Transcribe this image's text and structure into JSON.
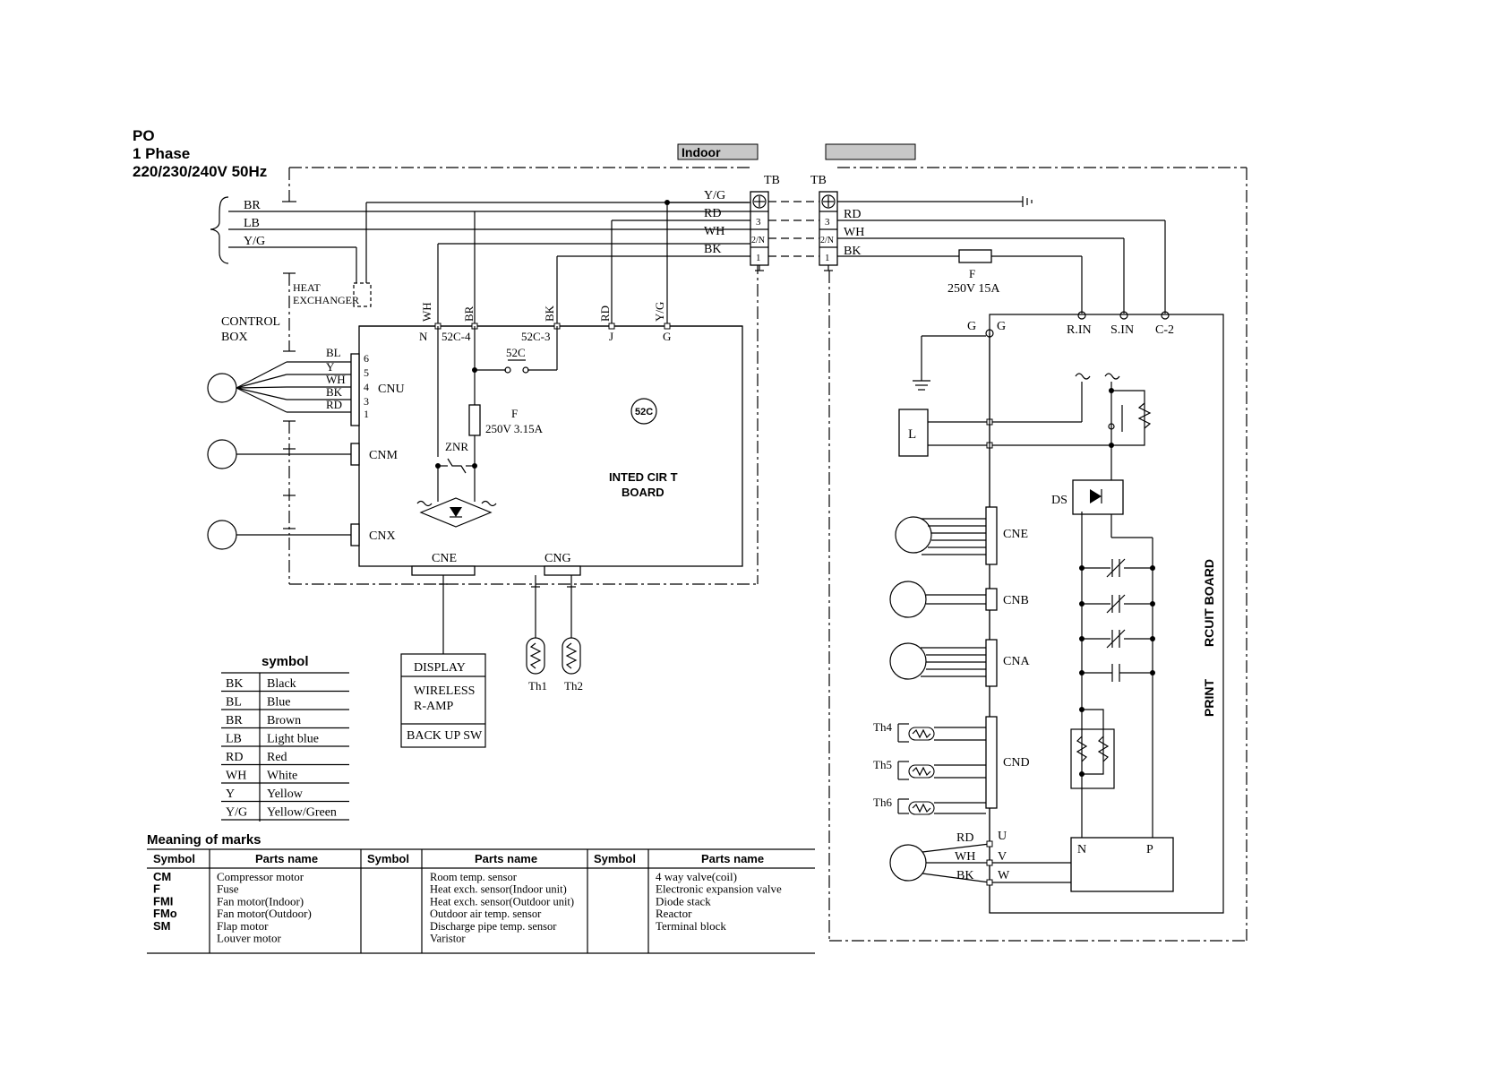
{
  "header": {
    "model": "PO",
    "phase": "1 Phase",
    "supply": "220/230/240V 50Hz"
  },
  "indoor_label": "Indoor",
  "outdoor_label": "",
  "terminal": {
    "tb_indoor": "TB",
    "tb_outdoor": "TB",
    "pins": [
      "3",
      "2/N",
      "1"
    ]
  },
  "wires": {
    "yg": "Y/G",
    "rd": "RD",
    "wh": "WH",
    "bk": "BK",
    "br": "BR",
    "lb": "LB",
    "bl": "BL",
    "y": "Y"
  },
  "indoor": {
    "heat_exchanger": [
      "HEAT",
      "EXCHANGER"
    ],
    "control_box": [
      "CONTROL",
      "BOX"
    ],
    "cnu": "CNU",
    "cnu_pins": [
      "6",
      "5",
      "4",
      "3",
      "1"
    ],
    "cnm": "CNM",
    "cnx": "CNX",
    "cne": "CNE",
    "cng": "CNG",
    "board_terms": [
      "N",
      "52C-4",
      "52C-3",
      "J",
      "G"
    ],
    "relay": "52C",
    "relay_coil": "52C",
    "fuse_f": "F",
    "fuse": "250V 3.15A",
    "znr": "ZNR",
    "board": [
      "INTED CIR    T",
      "BOARD"
    ],
    "display_box": [
      "DISPLAY",
      "WIRELESS",
      "R-AMP",
      "BACK UP SW"
    ],
    "th1": "Th1",
    "th2": "Th2"
  },
  "outdoor": {
    "fuse_f": "F",
    "fuse": "250V 15A",
    "g_left": "G",
    "g_right": "G",
    "inputs": [
      "R.IN",
      "S.IN",
      "C-2"
    ],
    "reactor": "L",
    "ds": "DS",
    "cne": "CNE",
    "cnb": "CNB",
    "cna": "CNA",
    "cnd": "CND",
    "th": [
      "Th4",
      "Th5",
      "Th6"
    ],
    "uvw": [
      "U",
      "V",
      "W"
    ],
    "np": [
      "N",
      "P"
    ],
    "print_board": [
      "PRINT",
      "RCUIT BOARD"
    ]
  },
  "symbol_table": {
    "title": "symbol",
    "rows": [
      [
        "BK",
        "Black"
      ],
      [
        "BL",
        "Blue"
      ],
      [
        "BR",
        "Brown"
      ],
      [
        "LB",
        "Light blue"
      ],
      [
        "RD",
        "Red"
      ],
      [
        "WH",
        "White"
      ],
      [
        "Y",
        "Yellow"
      ],
      [
        "Y/G",
        "Yellow/Green"
      ]
    ]
  },
  "marks_table": {
    "title": "Meaning of marks",
    "headers": [
      "Symbol",
      "Parts name",
      "Symbol",
      "Parts name",
      "Symbol",
      "Parts name"
    ],
    "col1_symbols": [
      "CM",
      "F",
      "FMI",
      "FMo",
      "SM"
    ],
    "col1_parts": [
      "Compressor motor",
      "Fuse",
      "Fan motor(Indoor)",
      "Fan motor(Outdoor)",
      "Flap motor",
      "Louver motor"
    ],
    "col2_parts": [
      "Room temp. sensor",
      "Heat exch. sensor(Indoor unit)",
      "Heat exch. sensor(Outdoor unit)",
      "Outdoor air temp. sensor",
      "Discharge pipe temp. sensor",
      "Varistor"
    ],
    "col3_parts": [
      "4 way valve(coil)",
      "Electronic expansion valve",
      "Diode stack",
      "Reactor",
      "Terminal block"
    ]
  }
}
